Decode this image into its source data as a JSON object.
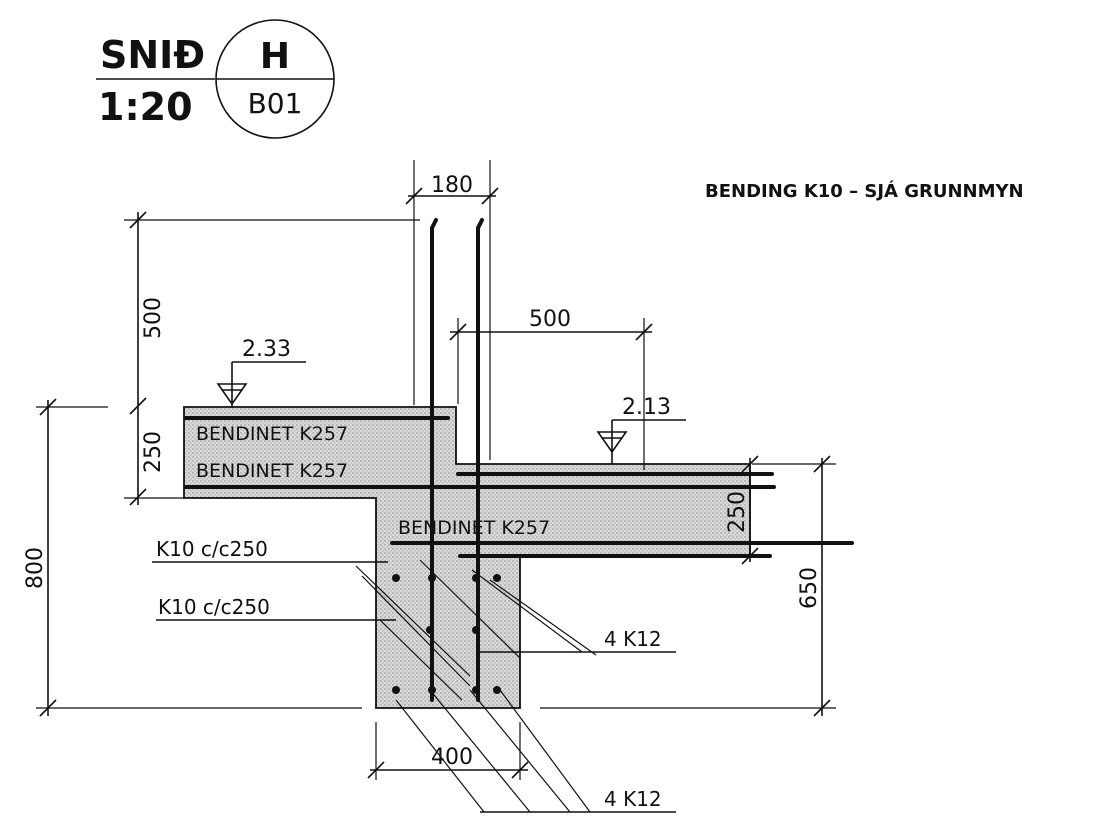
{
  "title": {
    "section_word": "SNIÐ",
    "scale": "1:20",
    "section_letter": "H",
    "sheet_ref": "B01"
  },
  "notes": {
    "bending_note": "BENDING K10 – SJÁ GRUNNMYN"
  },
  "dimensions": {
    "wall_width": "180",
    "upper_height": "500",
    "slab_depth_left": "250",
    "total_height_left": "800",
    "horizontal_offset": "500",
    "slab_depth_right": "250",
    "total_height_right": "650",
    "beam_width": "400"
  },
  "levels": {
    "upper_level": "2.33",
    "lower_level": "2.13"
  },
  "labels": {
    "mesh_1": "BENDINET K257",
    "mesh_2": "BENDINET K257",
    "mesh_3": "BENDINET K257",
    "stirrup_1": "K10 c/c250",
    "stirrup_2": "K10 c/c250",
    "bars_top": "4 K12",
    "bars_bottom": "4 K12"
  },
  "colors": {
    "ink": "#111111",
    "concrete": "#dcdcdc"
  }
}
